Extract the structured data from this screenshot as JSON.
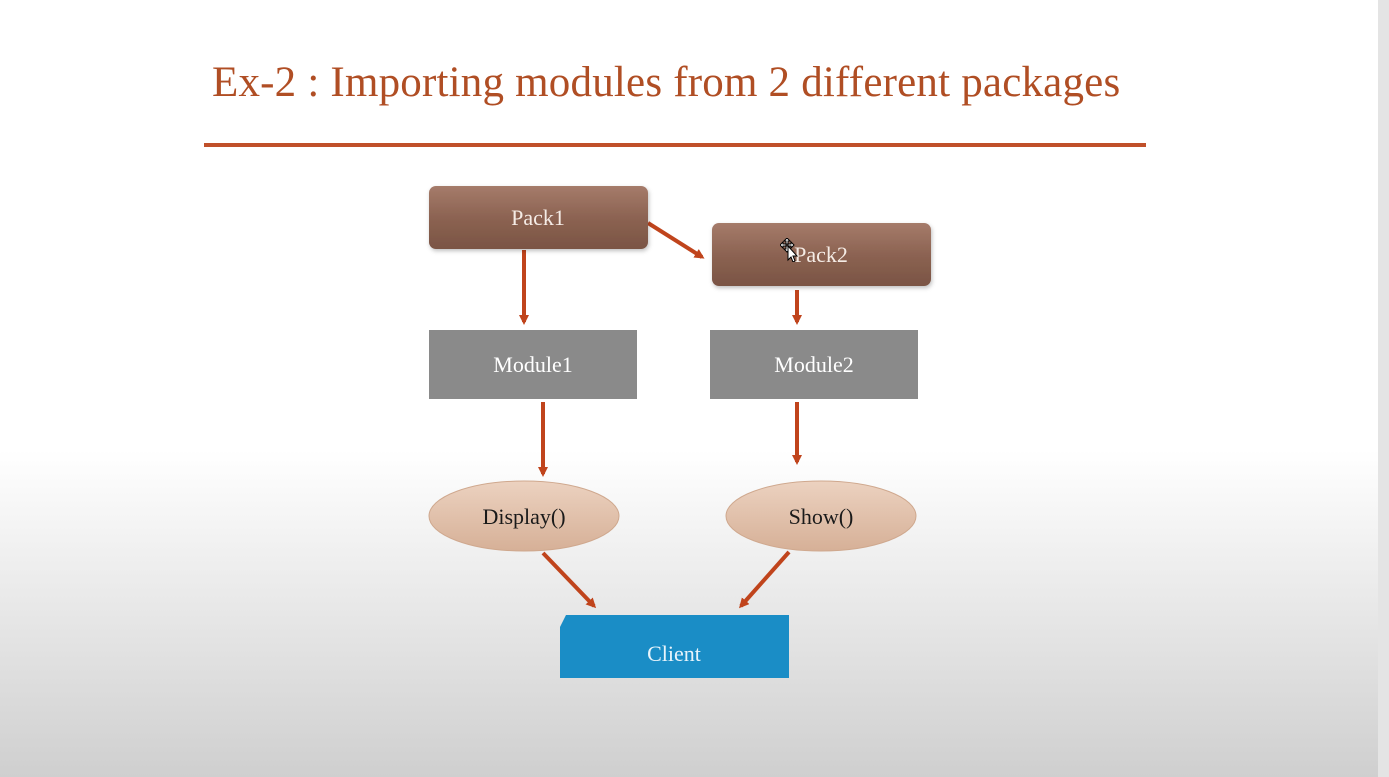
{
  "slide": {
    "title": "Ex-2 : Importing modules from 2 different packages"
  },
  "diagram": {
    "nodes": {
      "pack1": "Pack1",
      "pack2": "Pack2",
      "module1": "Module1",
      "module2": "Module2",
      "display": "Display()",
      "show": "Show()",
      "client": "Client"
    },
    "edges": [
      [
        "pack1",
        "pack2"
      ],
      [
        "pack1",
        "module1"
      ],
      [
        "pack2",
        "module2"
      ],
      [
        "module1",
        "display"
      ],
      [
        "module2",
        "show"
      ],
      [
        "display",
        "client"
      ],
      [
        "show",
        "client"
      ]
    ]
  },
  "colors": {
    "title": "#b04e24",
    "arrow": "#c0441c",
    "pack_fill": "#8c6555",
    "module_fill": "#8a8a8a",
    "function_fill": "#e3c2ab",
    "client_fill": "#1a8dc6"
  },
  "cursor_icon": "move-cursor-icon"
}
